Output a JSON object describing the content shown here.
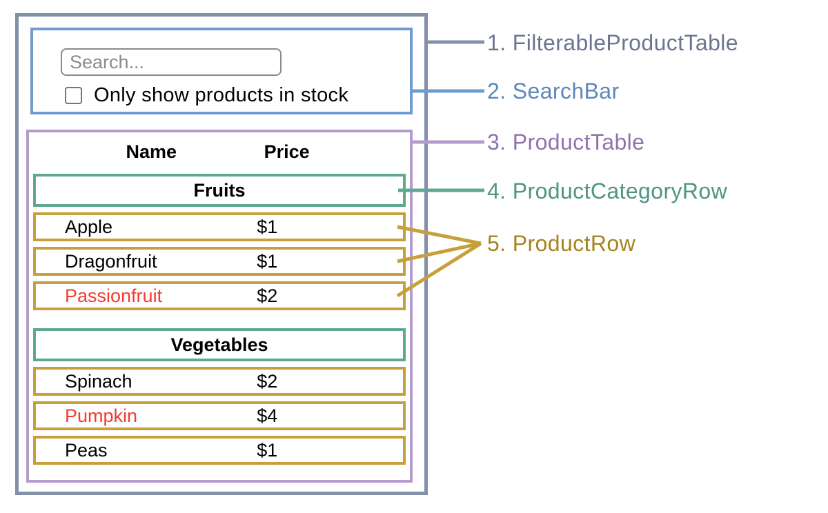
{
  "colors": {
    "slate_border": "#8290a8",
    "slate_text": "#6a7590",
    "blue_border": "#6f9bd1",
    "blue_text": "#5d87bb",
    "purple_border": "#b49ccc",
    "purple_text": "#9471ad",
    "teal_border": "#5fa892",
    "teal_text": "#4f9484",
    "gold_border": "#c7a03a",
    "gold_text": "#a5831f",
    "red_text": "#f23b2f"
  },
  "search_bar": {
    "placeholder": "Search...",
    "checkbox_label": "Only show products in stock",
    "checkbox_checked": false
  },
  "product_table": {
    "columns": [
      "Name",
      "Price"
    ],
    "categories": [
      {
        "name": "Fruits",
        "products": [
          {
            "name": "Apple",
            "price": "$1",
            "red": false
          },
          {
            "name": "Dragonfruit",
            "price": "$1",
            "red": false
          },
          {
            "name": "Passionfruit",
            "price": "$2",
            "red": true
          }
        ]
      },
      {
        "name": "Vegetables",
        "products": [
          {
            "name": "Spinach",
            "price": "$2",
            "red": false
          },
          {
            "name": "Pumpkin",
            "price": "$4",
            "red": true
          },
          {
            "name": "Peas",
            "price": "$1",
            "red": false
          }
        ]
      }
    ]
  },
  "legend": {
    "labels": [
      {
        "text": "1. FilterableProductTable",
        "color_key": "slate"
      },
      {
        "text": "2. SearchBar",
        "color_key": "blue"
      },
      {
        "text": "3. ProductTable",
        "color_key": "purple"
      },
      {
        "text": "4. ProductCategoryRow",
        "color_key": "teal"
      },
      {
        "text": "5. ProductRow",
        "color_key": "gold"
      }
    ]
  }
}
